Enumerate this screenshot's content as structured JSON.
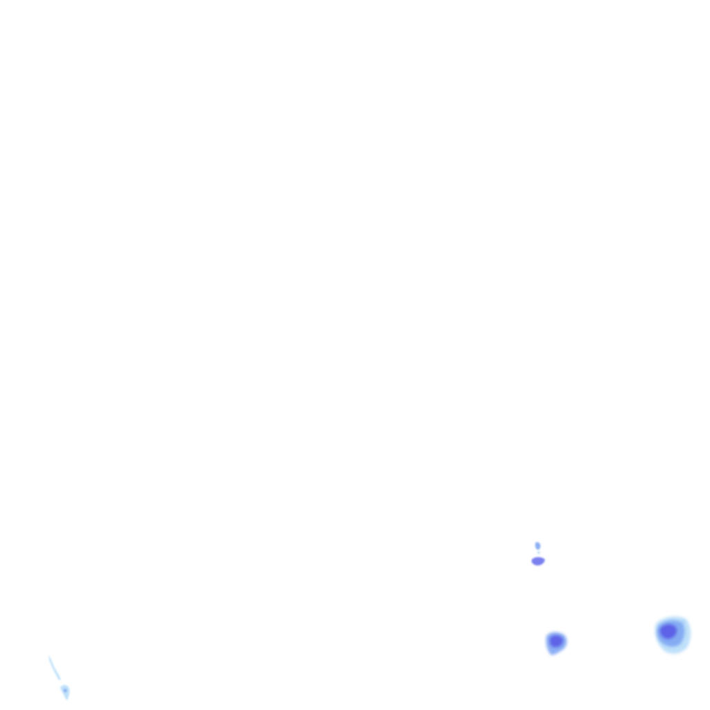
{
  "map": {
    "background_color": "#ffffff",
    "layer": "rain-radar-overlay",
    "intensity_palette": {
      "light": "#a9d6f7",
      "moderate": "#7fa6f3",
      "heavy": "#6b72ec",
      "intense": "#5a5be6"
    },
    "echoes": [
      {
        "name": "echo-southwest-streak",
        "intensity": "light"
      },
      {
        "name": "echo-small-cell-north",
        "intensity": "heavy"
      },
      {
        "name": "echo-cell-south",
        "intensity": "intense"
      },
      {
        "name": "echo-cell-southeast",
        "intensity": "intense"
      }
    ]
  }
}
